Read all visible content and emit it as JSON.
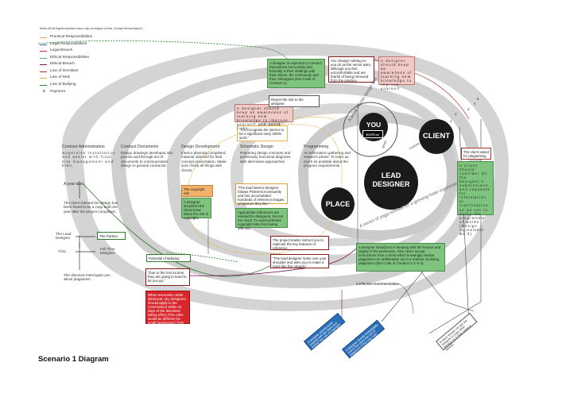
{
  "legend": {
    "note": "Notes: All the legend represent colour only, not shapes or lines. ( Except the last legend )",
    "items": [
      {
        "label": "Practical Responsibilities",
        "color": "#e3a15a"
      },
      {
        "label": "Legal Responsibilities",
        "color": "#3b62b0"
      },
      {
        "label": "Legal Breach",
        "color": "#d8262b"
      },
      {
        "label": "Ethical Responsibilities",
        "color": "#55a85a"
      },
      {
        "label": "Ethical Breach",
        "color": "#7a1a5a"
      },
      {
        "label": "Line of Demiliser",
        "color": "#a43a2a"
      },
      {
        "label": "Line of Risk",
        "color": "#e6b34a"
      },
      {
        "label": "Line of Bullying",
        "color": "#2e7a2e"
      }
    ],
    "payment_symbol": "$",
    "payment_label": "Payment"
  },
  "stages": {
    "contract_admin": {
      "title": "Contract Administration",
      "text": "Supervise installation and assist with final site management and bids."
    },
    "contract_docs": {
      "title": "Contract Documents",
      "text": "Design drawings developed into precise and through set of documents to communicated design to general contractor."
    },
    "design_dev": {
      "title": "Design Development",
      "text": "Interior planning completed, material selected for final concept presentation. Make sure check all things with clients."
    },
    "schematic": {
      "title": "Schematic Design",
      "text": "Preparing design concepts and preliminary functional diagrams with alternative approaches."
    },
    "programming": {
      "title": "Programming",
      "text": "An information gathering and research phase. To learn as much as possible about the program requirements."
    }
  },
  "left_flow": {
    "year_later": "A year later",
    "client_claimed": "The client claimed the design has been found to be a copy until one year after the project completed.",
    "lead_designer": "The Lead Designer",
    "partner": "The Partner",
    "you": "YOU",
    "full_time": "Full Time Designer",
    "directors": "The directors interrogate you about plagiarism.",
    "potential_bullying": "Potential of Bullying",
    "lost_income": "\"Due to the lost income, they are going to need to let you go.\"",
    "red_box": "When encounter unfair dismissal, any designers should apply to the Commission within 21 days of the dismissal taking effect (The rules would be different for small businesses) (Fair Work Ombudsman)."
  },
  "middle": {
    "copyright_risk": "The copyright risk",
    "should_tell": "A designer should let the client know about the risk of copyright.",
    "pinterest": "\"The lead interior designer follows Pinterest incessantly and has accumulated hundreds of reference images of interiors they like.\"",
    "appropriate": "Appropriate references are needed for designers, but not too much. To avoid potential copyright risks from being affected.",
    "project_leader": "The project leader instruct you to replicate the key features of reference.",
    "looks_over": "\"The lead designer looks over your shoulder and asks you to make it more like the original.\"",
    "you_recognise": "\"You recognise the interior to be a significant early 2000s work.\"",
    "keep_aware": "A designer should keep an awareness of learning new knowledge to improve yourself and avoid risks.",
    "report_risk": "Report the risk to the designer.",
    "conduct": "A designer is expected to conduct themselves honourably and honestly in their dealings with their clients, the community and their colleagues (DIA Code of Conduct 1).",
    "you_change": "You change nothing so you do as the senior asks, although you feel uncomfortable and are fearful of being removed from the practice.",
    "keep_aware_2": "A designer should keep an awareness of learning new knowledge to improve yourself"
  },
  "right": {
    "client_plagiarism": "The client asked for plagiarising",
    "client_should": "A client should consider all the designer's submissions and requests for information or clarification so as not to delay the programme of works (Design Agreement B2.3)",
    "honour_box": "A designer should act in keeping with the honour and dignity of the profession. Also never accept instructions from a client which knowingly involve plagiarism nor deliberately act in a manner involving plagiarism (DIA Code of Conduct 3.2+3.4).",
    "ineffective": "Ineffective Communication",
    "diag_box_1": "A designer should avoid arguing with the client and explain the risk of copyright.",
    "diag_box_2": "A designer should immediately inform the client the risk of plagiarism if the copy was unintentional.",
    "diag_box_3": "A client should not ask the designer to copy other designs as it may cause a lawsuit."
  },
  "center": {
    "you": "YOU",
    "rate": "$15/hour",
    "lead": "LEAD DESIGNER",
    "client": "CLIENT",
    "place": "PLACE",
    "arc_firm": "A small interior design firm",
    "arc_staff": "Staff & Colleagues ~10 staff",
    "arc_retreats": "A series of yoga retreats for a growing hotel organisation",
    "lbl_direct": "Direct",
    "lbl_contract": "Contract",
    "n1": "1",
    "n2": "2",
    "n3": "3",
    "n4": "4",
    "n5": "5"
  },
  "title": "Scenario 1 Diagram"
}
